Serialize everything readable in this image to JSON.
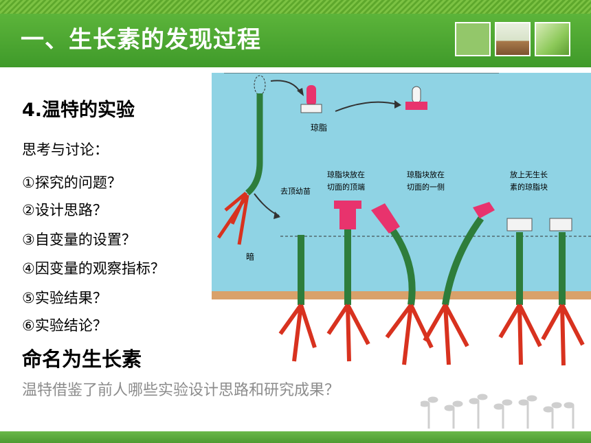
{
  "header": {
    "title": "一、生长素的发现过程"
  },
  "content": {
    "heading": "4.温特的实验",
    "discussion_label": "思考与讨论：",
    "questions": [
      "①探究的问题？",
      "②设计思路？",
      "③自变量的设置？",
      "④因变量的观察指标？",
      "⑤实验结果？",
      "⑥实验结论？"
    ],
    "named": "命名为生长素",
    "footnote": "温特借鉴了前人哪些实验设计思路和研究成果？"
  },
  "figure": {
    "label_agar": "琼脂",
    "label_decapitated": "去顶幼苗",
    "label_dark": "暗",
    "col2": [
      "琼脂块放在",
      "切面的顶端"
    ],
    "col3": [
      "琼脂块放在",
      "切面的一侧"
    ],
    "col4": [
      "放上无生长",
      "素的琼脂块"
    ]
  },
  "colors": {
    "title_bar": "#4aa532",
    "agar_pink": "#e8336d",
    "stem_green": "#2e7d3b",
    "root_red": "#d8321f",
    "sky": "#8fd3e4"
  }
}
